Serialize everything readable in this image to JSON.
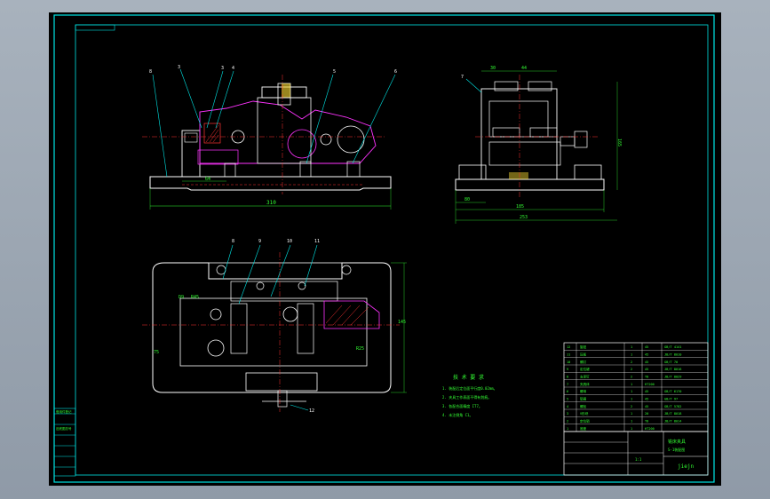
{
  "dimensions": {
    "front_width": "310",
    "front_left_offset": "64",
    "side_top_a": "30",
    "side_top_b": "44",
    "side_height": "165",
    "side_base_a": "80",
    "side_base_b": "185",
    "side_overall": "253",
    "plan_left_a": "D9",
    "plan_left_b": "75",
    "plan_right_a": "R45",
    "plan_right_b": "R25",
    "plan_right_c": "145"
  },
  "balloons": {
    "front": [
      "8",
      "3",
      "3",
      "4",
      "5",
      "6"
    ],
    "side": [
      "7"
    ],
    "plan": [
      "8",
      "9",
      "10",
      "11"
    ],
    "bottom": "12"
  },
  "tech_notes": {
    "title": "技 术 要 求",
    "lines": [
      "1. 装配后定位面平行度0.02mm。",
      "2. 夹具工作表面不得有划痕。",
      "3. 各配合面精度 IT7。",
      "4. 未注倒角 C1。"
    ]
  },
  "title_block": {
    "drawing_name": "铣床夹具",
    "drawing_code": "S-1装配图",
    "drawer": "jiejn",
    "scale_label": "1:1"
  },
  "left_strip": {
    "top": "借用件登记",
    "mid": "旧底图总号"
  },
  "bom": [
    {
      "no": "12",
      "name": "旋钮",
      "qty": "1",
      "mat": "45",
      "std": "GB/T 4141"
    },
    {
      "no": "11",
      "name": "压板",
      "qty": "1",
      "mat": "45",
      "std": "JB/T 8010"
    },
    {
      "no": "10",
      "name": "螺钉",
      "qty": "2",
      "mat": "45",
      "std": "GB/T 70"
    },
    {
      "no": "9",
      "name": "定位键",
      "qty": "2",
      "mat": "45",
      "std": "JB/T 8016"
    },
    {
      "no": "8",
      "name": "支承钉",
      "qty": "2",
      "mat": "T8",
      "std": "JB/T 8029"
    },
    {
      "no": "7",
      "name": "夹具体",
      "qty": "1",
      "mat": "HT200",
      "std": ""
    },
    {
      "no": "6",
      "name": "螺母",
      "qty": "1",
      "mat": "45",
      "std": "GB/T 6170"
    },
    {
      "no": "5",
      "name": "垫圈",
      "qty": "1",
      "mat": "45",
      "std": "GB/T 97"
    },
    {
      "no": "4",
      "name": "螺栓",
      "qty": "2",
      "mat": "45",
      "std": "GB/T 5782"
    },
    {
      "no": "3",
      "name": "V形块",
      "qty": "1",
      "mat": "20",
      "std": "JB/T 8018"
    },
    {
      "no": "2",
      "name": "定位销",
      "qty": "1",
      "mat": "T8",
      "std": "JB/T 8014"
    },
    {
      "no": "1",
      "name": "底座",
      "qty": "1",
      "mat": "HT200",
      "std": ""
    }
  ],
  "colors": {
    "frame": "#00e5e5",
    "geometry": "#ffffff",
    "dimension": "#33ff33",
    "part": "#ff33ff",
    "hatch": "#ff3333",
    "leader": "#00e5e5"
  }
}
